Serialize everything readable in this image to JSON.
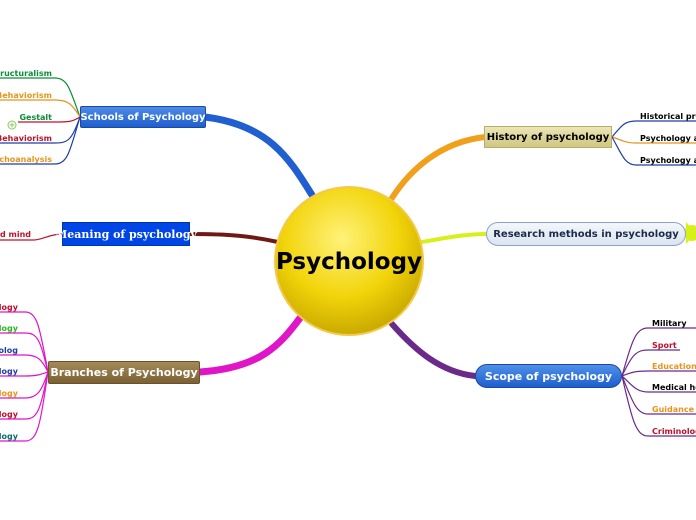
{
  "colors": {
    "central_fill": "#f2d40a",
    "central_edge": "#b8a300",
    "schools": "#1f5fcf",
    "meaning": "#0046e6",
    "branches": "#8b6f3c",
    "history": "#ddd59a",
    "research": "#e6edf6",
    "scope": "#1f5fcf"
  },
  "central": {
    "label": "Psychology"
  },
  "topics": [
    {
      "id": "schools",
      "label": "Schools of Psychology",
      "leaves": [
        {
          "label": "Structuralism",
          "color": "#0a8f3a"
        },
        {
          "label": "Behaviorism",
          "color": "#e8931a"
        },
        {
          "label": "Gestalt",
          "color": "#0a8f3a"
        },
        {
          "label": "Behaviorism",
          "color": "#c0102a"
        },
        {
          "label": "Psychoanalysis",
          "color": "#e8931a"
        }
      ]
    },
    {
      "id": "meaning",
      "label": "Meaning of psychology",
      "leaves": [
        {
          "label": "and mind",
          "color": "#c0102a"
        }
      ]
    },
    {
      "id": "branches",
      "label": "Branches of Psychology",
      "leaves": [
        {
          "label": "ology",
          "color": "#c0102a"
        },
        {
          "label": "ology",
          "color": "#2bbb1f"
        },
        {
          "label": "nolog",
          "color": "#1f3fa8"
        },
        {
          "label": "ology",
          "color": "#1f3fa8"
        },
        {
          "label": "ology",
          "color": "#e8931a"
        },
        {
          "label": "ology",
          "color": "#c0102a"
        },
        {
          "label": "ology",
          "color": "#0a6f6f"
        }
      ]
    },
    {
      "id": "history",
      "label": "History of psychology",
      "leaves": [
        {
          "label": "Historical prec",
          "color": "#000000"
        },
        {
          "label": "Psychology as p",
          "color": "#000000"
        },
        {
          "label": "Psychology as s",
          "color": "#000000"
        }
      ]
    },
    {
      "id": "research",
      "label": "Research methods in psychology",
      "leaves": []
    },
    {
      "id": "scope",
      "label": "Scope of psychology",
      "leaves": [
        {
          "label": "Military",
          "color": "#000000"
        },
        {
          "label": "Sport",
          "color": "#c0102a"
        },
        {
          "label": "Education",
          "color": "#e8931a"
        },
        {
          "label": "Medical hea",
          "color": "#000000"
        },
        {
          "label": "Guidance co",
          "color": "#e8931a"
        },
        {
          "label": "Criminology",
          "color": "#c0102a"
        }
      ]
    }
  ]
}
